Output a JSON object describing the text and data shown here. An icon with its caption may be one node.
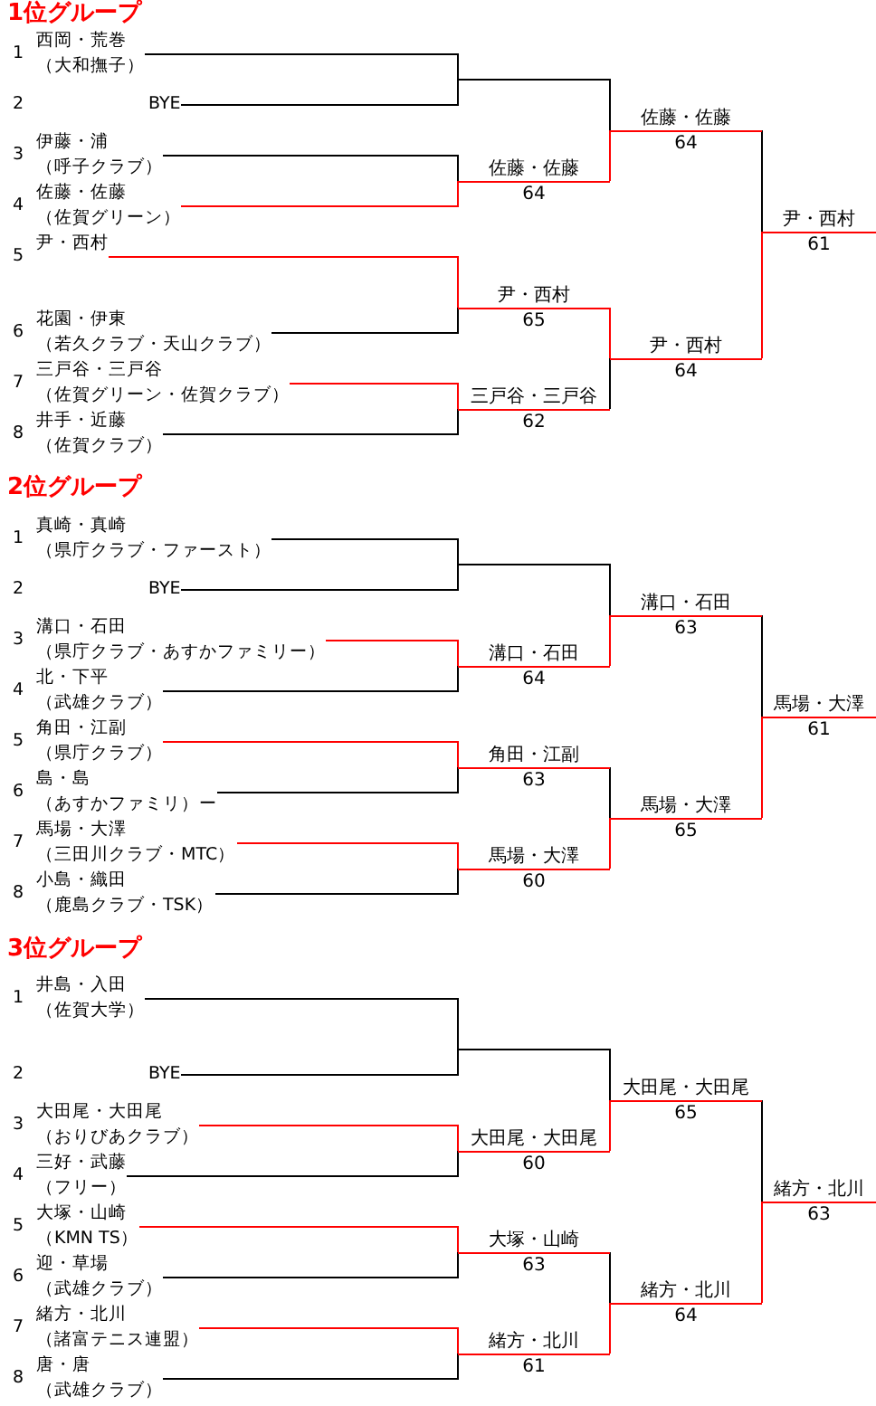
{
  "diagram": {
    "nodes": [
      {
        "text": [
          "西岡・荒巻",
          "（大和撫子）"
        ],
        "beside": [
          "1"
        ]
      },
      {
        "text": [
          "BYE"
        ]
      },
      {
        "text": [
          "伊藤・浦",
          "（呼子クラブ）"
        ],
        "beside": [
          "3"
        ]
      },
      {
        "text": [
          "佐藤・佐藤",
          "（佐賀グリーン）"
        ],
        "beside": [
          "4"
        ]
      },
      {
        "text": [
          "尹・西村"
        ],
        "beside": [
          "5"
        ]
      },
      {
        "text": [
          "花園・伊東",
          "（若久クラブ・天山クラブ）"
        ],
        "beside": [
          "6"
        ]
      },
      {
        "text": [
          "三戸谷・三戸谷",
          "（佐賀グリーン・佐賀クラブ）"
        ],
        "beside": [
          "7"
        ]
      },
      {
        "text": [
          "井手・近藤",
          "（佐賀クラブ）"
        ],
        "beside": [
          "8"
        ]
      },
      {
        "text": [
          "佐藤・佐藤",
          "64"
        ]
      },
      {
        "text": [
          "尹・西村",
          "65"
        ]
      },
      {
        "text": [
          "三戸谷・三戸谷",
          "62"
        ]
      },
      {
        "text": [
          "佐藤・佐藤",
          "64"
        ]
      },
      {
        "text": [
          "尹・西村",
          "64"
        ]
      },
      {
        "text": [
          "尹・西村",
          "61"
        ]
      },
      {
        "text": [
          "真崎・真崎",
          "（県庁クラブ・ファースト）"
        ],
        "beside": [
          "1"
        ]
      },
      {
        "text": [
          "BYE"
        ]
      },
      {
        "text": [
          "溝口・石田",
          "（県庁クラブ・あすかファミリー）"
        ],
        "beside": [
          "3"
        ]
      },
      {
        "text": [
          "北・下平",
          "（武雄クラブ）"
        ],
        "beside": [
          "4"
        ]
      },
      {
        "text": [
          "角田・江副",
          "（県庁クラブ）"
        ],
        "beside": [
          "5"
        ]
      },
      {
        "text": [
          "島・島",
          "（あすかファミリ）ー"
        ],
        "beside": [
          "6"
        ]
      },
      {
        "text": [
          "馬場・大澤",
          "（三田川クラブ・MTC）"
        ],
        "beside": [
          "7"
        ]
      },
      {
        "text": [
          "小島・織田",
          "（鹿島クラブ・TSK）"
        ],
        "beside": [
          "8"
        ]
      },
      {
        "text": [
          "溝口・石田",
          "64"
        ]
      },
      {
        "text": [
          "角田・江副",
          "63"
        ]
      },
      {
        "text": [
          "馬場・大澤",
          "60"
        ]
      },
      {
        "text": [
          "溝口・石田",
          "63"
        ]
      },
      {
        "text": [
          "馬場・大澤",
          "65"
        ]
      },
      {
        "text": [
          "馬場・大澤",
          "61"
        ]
      },
      {
        "text": [
          "井島・入田",
          "（佐賀大学）"
        ],
        "beside": [
          "1"
        ]
      },
      {
        "text": [
          "BYE"
        ]
      },
      {
        "text": [
          "大田尾・大田尾",
          "（おりびあクラブ）"
        ],
        "beside": [
          "3"
        ]
      },
      {
        "text": [
          "三好・武藤",
          "（フリー）"
        ],
        "beside": [
          "4"
        ]
      },
      {
        "text": [
          "大塚・山崎",
          "（KMN TS）"
        ],
        "beside": [
          "5"
        ]
      },
      {
        "text": [
          "迎・草場",
          "（武雄クラブ）"
        ],
        "beside": [
          "6"
        ]
      },
      {
        "text": [
          "緒方・北川",
          "（諸富テニス連盟）"
        ],
        "beside": [
          "7"
        ]
      },
      {
        "text": [
          "唐・唐",
          "（武雄クラブ）"
        ],
        "beside": [
          "8"
        ]
      },
      {
        "text": [
          "大田尾・大田尾",
          "60"
        ]
      },
      {
        "text": [
          "大塚・山崎",
          "63"
        ]
      },
      {
        "text": [
          "緒方・北川",
          "61"
        ]
      },
      {
        "text": [
          "大田尾・大田尾",
          "65"
        ]
      },
      {
        "text": [
          "緒方・北川",
          "64"
        ]
      },
      {
        "text": [
          "緒方・北川",
          "63"
        ]
      }
    ],
    "edges": [
      {
        "from": 0,
        "to": 11,
        "arrow": "none"
      },
      {
        "from": 1,
        "to": 11,
        "arrow": "none"
      },
      {
        "from": 2,
        "to": 8,
        "arrow": "none"
      },
      {
        "from": 3,
        "to": 8,
        "arrow": "none",
        "color": "#ff0000"
      },
      {
        "from": 4,
        "to": 9,
        "arrow": "none",
        "color": "#ff0000"
      },
      {
        "from": 5,
        "to": 9,
        "arrow": "none"
      },
      {
        "from": 6,
        "to": 10,
        "arrow": "none",
        "color": "#ff0000"
      },
      {
        "from": 7,
        "to": 10,
        "arrow": "none"
      },
      {
        "from": 8,
        "to": 11,
        "arrow": "none",
        "color": "#ff0000"
      },
      {
        "from": 9,
        "to": 12,
        "arrow": "none",
        "color": "#ff0000"
      },
      {
        "from": 10,
        "to": 12,
        "arrow": "none"
      },
      {
        "from": 11,
        "to": 13,
        "arrow": "none"
      },
      {
        "from": 12,
        "to": 13,
        "arrow": "none",
        "color": "#ff0000"
      },
      {
        "from": 14,
        "to": 25,
        "arrow": "none"
      },
      {
        "from": 15,
        "to": 25,
        "arrow": "none"
      },
      {
        "from": 16,
        "to": 22,
        "arrow": "none",
        "color": "#ff0000"
      },
      {
        "from": 17,
        "to": 22,
        "arrow": "none"
      },
      {
        "from": 18,
        "to": 23,
        "arrow": "none",
        "color": "#ff0000"
      },
      {
        "from": 19,
        "to": 23,
        "arrow": "none"
      },
      {
        "from": 20,
        "to": 24,
        "arrow": "none",
        "color": "#ff0000"
      },
      {
        "from": 21,
        "to": 24,
        "arrow": "none"
      },
      {
        "from": 22,
        "to": 25,
        "arrow": "none",
        "color": "#ff0000"
      },
      {
        "from": 23,
        "to": 26,
        "arrow": "none"
      },
      {
        "from": 24,
        "to": 26,
        "arrow": "none",
        "color": "#ff0000"
      },
      {
        "from": 25,
        "to": 27,
        "arrow": "none"
      },
      {
        "from": 26,
        "to": 27,
        "arrow": "none",
        "color": "#ff0000"
      },
      {
        "from": 28,
        "to": 39,
        "arrow": "none"
      },
      {
        "from": 29,
        "to": 39,
        "arrow": "none"
      },
      {
        "from": 30,
        "to": 36,
        "arrow": "none",
        "color": "#ff0000"
      },
      {
        "from": 31,
        "to": 36,
        "arrow": "none"
      },
      {
        "from": 32,
        "to": 37,
        "arrow": "none",
        "color": "#ff0000"
      },
      {
        "from": 33,
        "to": 37,
        "arrow": "none"
      },
      {
        "from": 34,
        "to": 38,
        "arrow": "none",
        "color": "#ff0000"
      },
      {
        "from": 35,
        "to": 38,
        "arrow": "none"
      },
      {
        "from": 36,
        "to": 39,
        "arrow": "none",
        "color": "#ff0000"
      },
      {
        "from": 37,
        "to": 40,
        "arrow": "none"
      },
      {
        "from": 38,
        "to": 40,
        "arrow": "none",
        "color": "#ff0000"
      },
      {
        "from": 39,
        "to": 41,
        "arrow": "none"
      },
      {
        "from": 40,
        "to": 41,
        "arrow": "none",
        "color": "#ff0000"
      }
    ],
    "labels": [
      "1位グループ",
      "2",
      "2位グループ",
      "2",
      "3位グループ",
      "2"
    ]
  }
}
